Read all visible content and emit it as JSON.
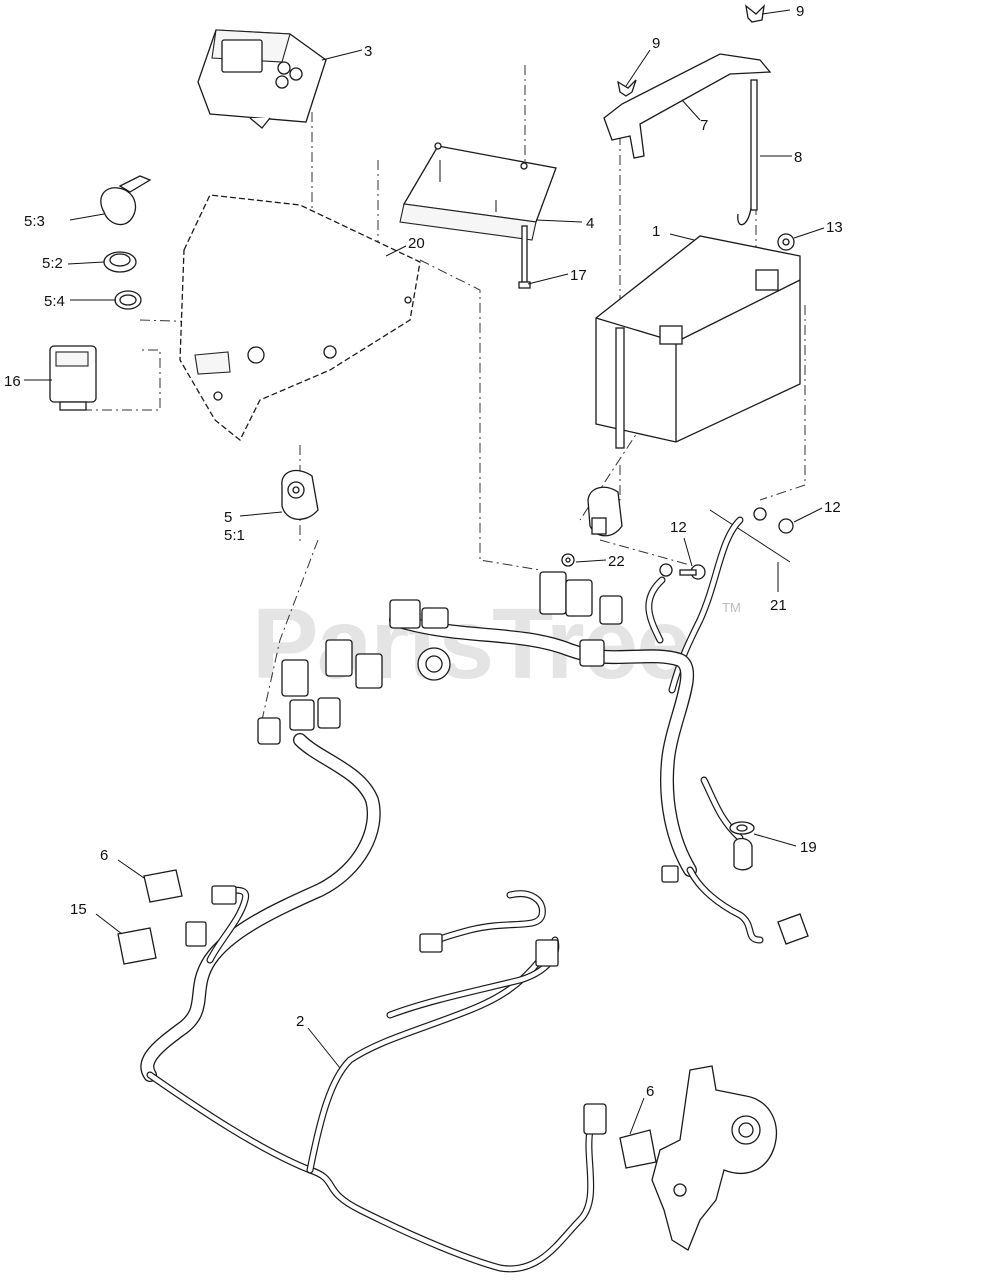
{
  "watermark": {
    "text": "PartsTree",
    "trademark": "TM"
  },
  "callouts": {
    "c1": "1",
    "c2": "2",
    "c3": "3",
    "c4": "4",
    "c5": "5",
    "c5_1": "5:1",
    "c5_2": "5:2",
    "c5_3": "5:3",
    "c5_4": "5:4",
    "c6a": "6",
    "c6b": "6",
    "c7": "7",
    "c8": "8",
    "c9a": "9",
    "c9b": "9",
    "c12a": "12",
    "c12b": "12",
    "c13": "13",
    "c15": "15",
    "c16": "16",
    "c17": "17",
    "c19": "19",
    "c20": "20",
    "c21": "21",
    "c22": "22"
  },
  "colors": {
    "line": "#1a1a1a",
    "watermark": "#cfcfcf",
    "background": "#ffffff"
  }
}
